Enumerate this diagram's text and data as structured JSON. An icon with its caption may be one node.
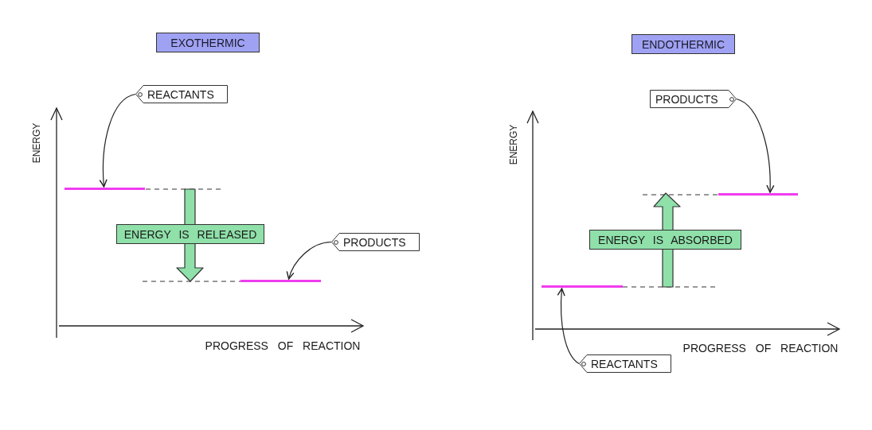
{
  "diagram": {
    "nodes": [
      {
        "text": [
          "EXOTHERMIC"
        ]
      },
      {
        "text": [
          "REACTANTS"
        ]
      },
      {
        "text": [],
        "shape": "bar"
      },
      {
        "text": [
          "ENERGY IS RELEASED"
        ]
      },
      {
        "text": [
          "PRODUCTS"
        ]
      },
      {
        "text": [],
        "shape": "bar"
      },
      {
        "text": [
          "ENDOTHERMIC"
        ]
      },
      {
        "text": [
          "PRODUCTS"
        ]
      },
      {
        "text": [],
        "shape": "bar"
      },
      {
        "text": [
          "ENERGY IS ABSORBED"
        ]
      },
      {
        "text": [],
        "shape": "bar"
      },
      {
        "text": [
          "REACTANTS"
        ]
      }
    ],
    "edges": [
      {
        "from": 1,
        "to": 2,
        "arrow": "to"
      },
      {
        "from": 4,
        "to": 5,
        "arrow": "to"
      },
      {
        "from": 7,
        "to": 8,
        "arrow": "to"
      },
      {
        "from": 11,
        "to": 10,
        "arrow": "to"
      }
    ],
    "labels": [
      "ENERGY",
      "PROGRESS OF REACTION",
      "ENERGY",
      "PROGRESS OF REACTION"
    ]
  }
}
